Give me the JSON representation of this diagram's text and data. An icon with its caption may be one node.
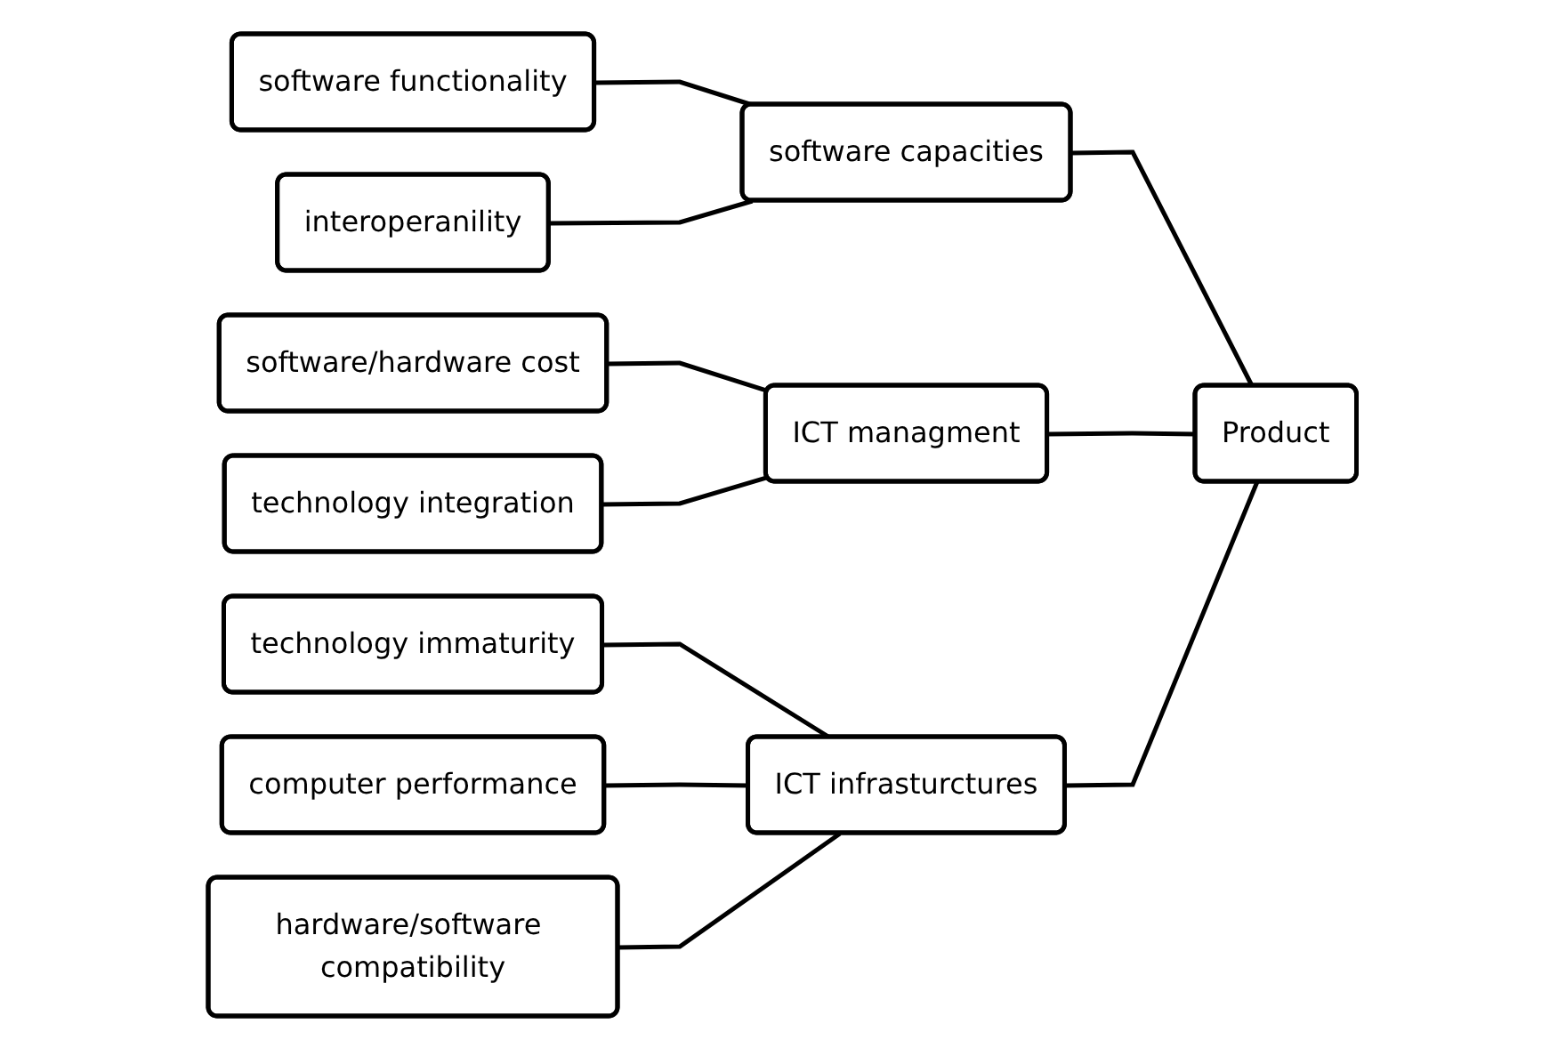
{
  "diagram": {
    "nodes": [
      {
        "text": [
          "software functionality"
        ]
      },
      {
        "text": [
          "interoperanility"
        ]
      },
      {
        "text": [
          "software capacities"
        ]
      },
      {
        "text": [
          "software/hardware cost"
        ]
      },
      {
        "text": [
          "technology integration"
        ]
      },
      {
        "text": [
          "ICT managment"
        ]
      },
      {
        "text": [
          "technology immaturity"
        ]
      },
      {
        "text": [
          "computer performance"
        ]
      },
      {
        "text": [
          "hardware/software compatibility"
        ]
      },
      {
        "text": [
          "ICT infrasturctures"
        ]
      },
      {
        "text": [
          "Product"
        ]
      }
    ],
    "edges": [
      {
        "from": 0,
        "to": 2,
        "arrow": "none"
      },
      {
        "from": 1,
        "to": 2,
        "arrow": "none"
      },
      {
        "from": 3,
        "to": 5,
        "arrow": "none"
      },
      {
        "from": 4,
        "to": 5,
        "arrow": "none"
      },
      {
        "from": 6,
        "to": 9,
        "arrow": "none"
      },
      {
        "from": 7,
        "to": 9,
        "arrow": "none"
      },
      {
        "from": 8,
        "to": 9,
        "arrow": "none"
      },
      {
        "from": 2,
        "to": 10,
        "arrow": "none"
      },
      {
        "from": 5,
        "to": 10,
        "arrow": "none"
      },
      {
        "from": 9,
        "to": 10,
        "arrow": "none"
      }
    ]
  }
}
